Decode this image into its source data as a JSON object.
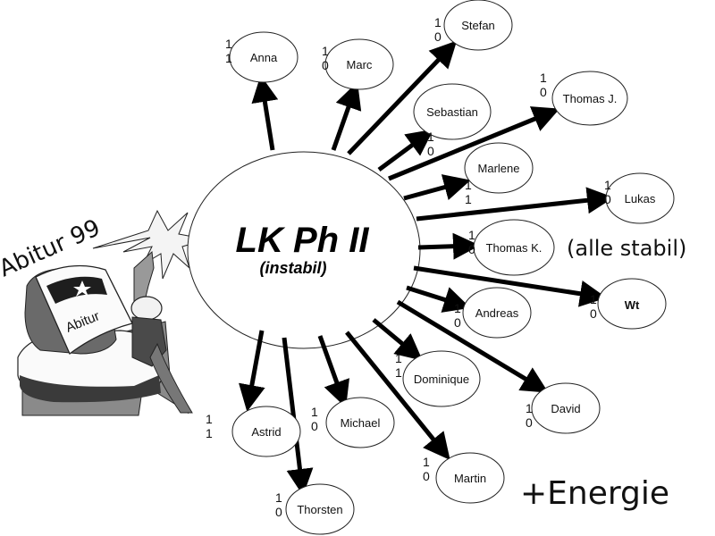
{
  "center": {
    "title": "LK Ph II",
    "subtitle": "(instabil)"
  },
  "annotations": {
    "stable_note": "(alle stabil)",
    "energy_note": "+Energie"
  },
  "clipart": {
    "banner": "Abitur 99",
    "book_label": "Abitur",
    "icon": "graduate-with-book-icon"
  },
  "nodes": [
    {
      "name": "Anna",
      "bits": [
        "1",
        "1"
      ],
      "bold": false
    },
    {
      "name": "Marc",
      "bits": [
        "1",
        "0"
      ],
      "bold": false
    },
    {
      "name": "Stefan",
      "bits": [
        "1",
        "0"
      ],
      "bold": false
    },
    {
      "name": "Sebastian",
      "bits": [
        "1",
        "0"
      ],
      "bold": false
    },
    {
      "name": "Thomas J.",
      "bits": [
        "1",
        "0"
      ],
      "bold": false
    },
    {
      "name": "Marlene",
      "bits": [
        "1",
        "1"
      ],
      "bold": false
    },
    {
      "name": "Lukas",
      "bits": [
        "1",
        "0"
      ],
      "bold": false
    },
    {
      "name": "Thomas K.",
      "bits": [
        "1",
        "0"
      ],
      "bold": false
    },
    {
      "name": "Wt",
      "bits": [
        "1",
        "0"
      ],
      "bold": true
    },
    {
      "name": "Andreas",
      "bits": [
        "1",
        "0"
      ],
      "bold": false
    },
    {
      "name": "David",
      "bits": [
        "1",
        "0"
      ],
      "bold": false
    },
    {
      "name": "Dominique",
      "bits": [
        "1",
        "1"
      ],
      "bold": false
    },
    {
      "name": "Martin",
      "bits": [
        "1",
        "0"
      ],
      "bold": false
    },
    {
      "name": "Michael",
      "bits": [
        "1",
        "0"
      ],
      "bold": false
    },
    {
      "name": "Thorsten",
      "bits": [
        "1",
        "0"
      ],
      "bold": false
    },
    {
      "name": "Astrid",
      "bits": [
        "1",
        "1"
      ],
      "bold": false
    }
  ]
}
